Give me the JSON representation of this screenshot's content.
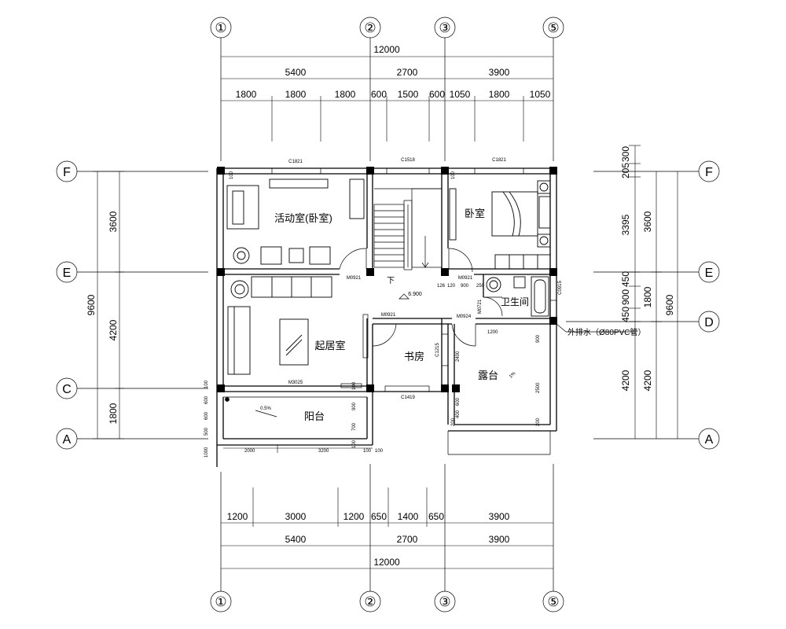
{
  "axes": {
    "top": [
      {
        "label": "①"
      },
      {
        "label": "②"
      },
      {
        "label": "③"
      },
      {
        "label": "⑤"
      }
    ],
    "bottom": [
      {
        "label": "①"
      },
      {
        "label": "②"
      },
      {
        "label": "③"
      },
      {
        "label": "⑤"
      }
    ],
    "left": [
      {
        "label": "F"
      },
      {
        "label": "E"
      },
      {
        "label": "C"
      },
      {
        "label": "A"
      }
    ],
    "right": [
      {
        "label": "F"
      },
      {
        "label": "E"
      },
      {
        "label": "D"
      },
      {
        "label": "A"
      }
    ]
  },
  "dims": {
    "top_total": "12000",
    "top_mid": [
      "5400",
      "2700",
      "3900"
    ],
    "top_detail": [
      "1800",
      "1800",
      "1800",
      "600",
      "1500",
      "600",
      "1050",
      "1800",
      "1050"
    ],
    "bottom_detail": [
      "1200",
      "3000",
      "1200",
      "650",
      "1400",
      "650",
      "3900"
    ],
    "bottom_mid": [
      "5400",
      "2700",
      "3900"
    ],
    "bottom_total": "12000",
    "left_total": "9600",
    "left_parts": [
      "3600",
      "4200",
      "1800"
    ],
    "right_total": "9600",
    "right_mid": [
      "3600",
      "1800",
      "4200"
    ],
    "right_detail": [
      "300",
      "205",
      "3395",
      "450",
      "900",
      "450",
      "4200"
    ]
  },
  "rooms": {
    "activity": "活动室(卧室)",
    "bedroom": "卧室",
    "living": "起居室",
    "bath": "卫生间",
    "study": "书房",
    "terrace": "露台",
    "balcony": "阳台"
  },
  "labels": {
    "c1821_a": "C1821",
    "c1518": "C1518",
    "c1821_b": "C1821",
    "m0921_a": "M0921",
    "m0921_b": "M0921",
    "m0921_c": "M0921",
    "m0924": "M0924",
    "m0721": "M0721",
    "m3025": "M3025",
    "c1419": "C1419",
    "c1215": "C1215",
    "c0915": "C0915",
    "down": "下",
    "elev": "6.900",
    "drain": "外排水（Ø80PVC管）",
    "slope": "0.5%",
    "slope2": "1%",
    "tiny_1200": "1200",
    "tiny_126": "126",
    "tiny_120": "120",
    "tiny_900": "900",
    "tiny_250": "250",
    "tiny_100": "100",
    "tiny_600": "600",
    "tiny_700": "700",
    "tiny_500": "500",
    "tiny_2400": "2400",
    "tiny_2500": "2500",
    "tiny_200": "200",
    "tiny_2000": "2000",
    "tiny_3200": "3200",
    "tiny_1000": "1000",
    "tiny_400": "400"
  }
}
